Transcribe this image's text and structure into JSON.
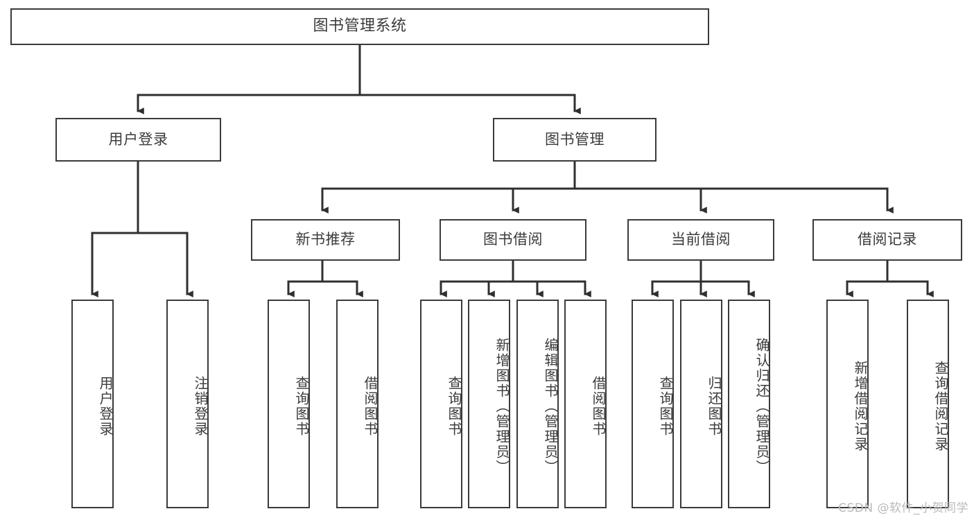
{
  "diagram": {
    "title": "图书管理系统",
    "type": "tree",
    "root": {
      "label": "图书管理系统"
    },
    "level2": [
      {
        "label": "用户登录"
      },
      {
        "label": "图书管理"
      }
    ],
    "level3": [
      {
        "label": "新书推荐",
        "parent": "图书管理"
      },
      {
        "label": "图书借阅",
        "parent": "图书管理"
      },
      {
        "label": "当前借阅",
        "parent": "图书管理"
      },
      {
        "label": "借阅记录",
        "parent": "图书管理"
      }
    ],
    "leaves": {
      "user_login": [
        {
          "label": "用户登录"
        },
        {
          "label": "注销登录"
        }
      ],
      "new_book_recommend": [
        {
          "label": "查询图书"
        },
        {
          "label": "借阅图书"
        }
      ],
      "book_borrow": [
        {
          "label": "查询图书"
        },
        {
          "label": "新增图书（管理员）"
        },
        {
          "label": "编辑图书（管理员）"
        },
        {
          "label": "借阅图书"
        }
      ],
      "current_borrow": [
        {
          "label": "查询图书"
        },
        {
          "label": "归还图书"
        },
        {
          "label": "确认归还（管理员）"
        }
      ],
      "borrow_record": [
        {
          "label": "新增借阅记录"
        },
        {
          "label": "查询借阅记录"
        }
      ]
    }
  },
  "watermark": {
    "text": "CSDN @软件_小贺同学"
  },
  "colors": {
    "border": "#3a3a3a",
    "text": "#3b3b3b",
    "background": "#ffffff",
    "watermark": "#b9b9b9"
  }
}
